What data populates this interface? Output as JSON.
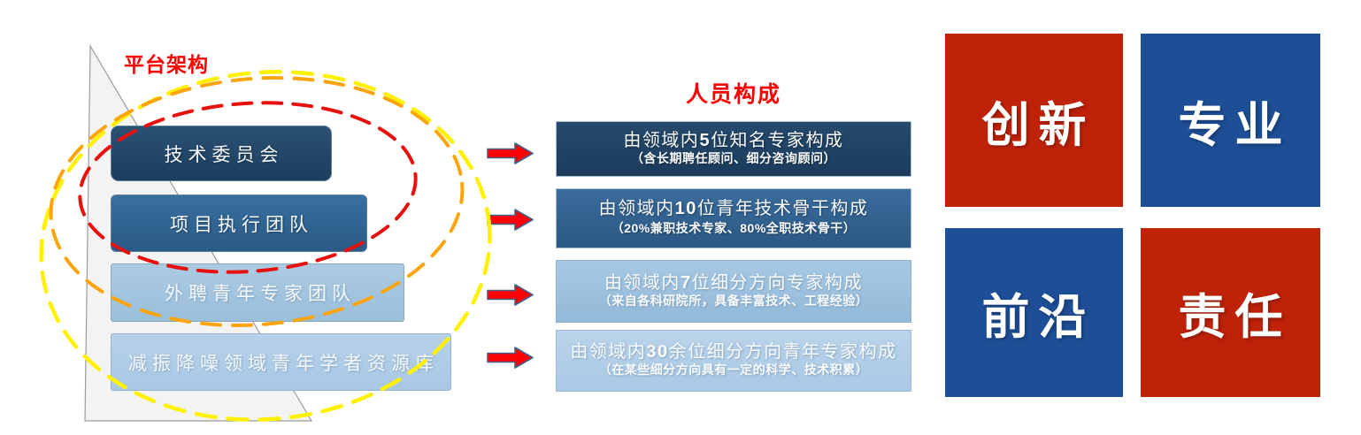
{
  "left_panel": {
    "title": "平台架构",
    "boxes": [
      {
        "label": "技术委员会"
      },
      {
        "label": "项目执行团队"
      },
      {
        "label": "外聘青年专家团队"
      },
      {
        "label": "减振降噪领域青年学者资源库"
      }
    ]
  },
  "middle_panel": {
    "title": "人员构成",
    "boxes": [
      {
        "title": "由领域内5位知名专家构成",
        "subtitle": "（含长期聘任顾问、细分咨询顾问）"
      },
      {
        "title": "由领域内10位青年技术骨干构成",
        "subtitle": "（20%兼职技术专家、80%全职技术骨干）"
      },
      {
        "title": "由领域内7位细分方向专家构成",
        "subtitle": "（来自各科研院所，具备丰富技术、工程经验）"
      },
      {
        "title": "由领域内30余位细分方向青年专家构成",
        "subtitle": "（在某些细分方向具有一定的科学、技术积累）"
      }
    ]
  },
  "value_tiles": [
    {
      "label": "创新",
      "color": "#BE2209"
    },
    {
      "label": "专业",
      "color": "#1D4E96"
    },
    {
      "label": "前沿",
      "color": "#1D4E96"
    },
    {
      "label": "责任",
      "color": "#BE2209"
    }
  ],
  "colors": {
    "title_red": "#FF0000",
    "arrow_red": "#FB0207",
    "arrow_outline": "#44618C",
    "ring_red": "#E8100C",
    "ring_orange": "#FCA40E",
    "ring_yellow": "#FFF100",
    "box_dark_navy": "#1F415F",
    "box_steel_blue": "#2E608D",
    "box_light_blue": "#9DC2E1",
    "box_lighter_blue": "#B2CEE7"
  }
}
